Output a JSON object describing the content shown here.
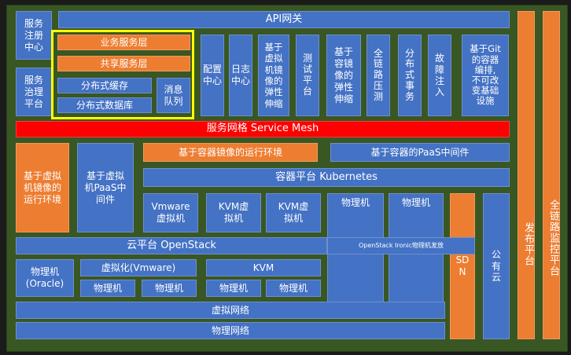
{
  "left": {
    "registry": "服务\n注册\n中心",
    "governance": "服务\n治理\n平台"
  },
  "api_gateway": "API网关",
  "app_layers": {
    "business": "业务服务层",
    "shared": "共享服务层",
    "cache": "分布式缓存",
    "db": "分布式数据库",
    "mq": "消息\n队列"
  },
  "middle_columns": [
    "配置\n中心",
    "日志\n中心",
    "基于\n虚拟\n机镜\n像的\n弹性\n伸缩",
    "测\n试\n平\n台",
    "基于\n容镜\n像的\n弹性\n伸缩",
    "全\n链\n路\n压\n测",
    "分\n布\n式\n事\n务",
    "故\n障\n注\n入",
    "基于Git\n的容器\n编排,\n不可改\n变基础\n设施"
  ],
  "service_mesh": "服务网格 Service Mesh",
  "right": {
    "release": "发布平台",
    "monitor": "全链路监控平台"
  },
  "vm_runtime": "基于虚拟\n机镜像的\n运行环境",
  "vm_paas": "基于虚拟\n机PaaS中\n间件",
  "container_runtime": "基于容器镜像的运行环境",
  "container_paas": "基于容器的PaaS中间件",
  "kubernetes": "容器平台 Kubernetes",
  "vmware_vm": "Vmware\n虚拟机",
  "kvm_vm1": "KVM虚\n拟机",
  "kvm_vm2": "KVM虚\n拟机",
  "physical_top1": "物理机",
  "physical_top2": "物理机",
  "sdn": "SD\nN",
  "public_cloud": "公\n有\n云",
  "openstack": "云平台 OpenStack",
  "ironic": "OpenStack Ironic物理机发放",
  "physical_oracle": "物理机\n(Oracle)",
  "vmware_virt": "虚拟化(Vmware)",
  "kvm": "KVM",
  "physical_small": [
    "物理机",
    "物理机",
    "物理机",
    "物理机"
  ],
  "virtual_network": "虚拟网络",
  "physical_network": "物理网络",
  "colors": {
    "background": "#395723",
    "blue": "#4472c4",
    "orange": "#ed7d31",
    "red": "#ff0000",
    "highlight": "#ffff00"
  }
}
